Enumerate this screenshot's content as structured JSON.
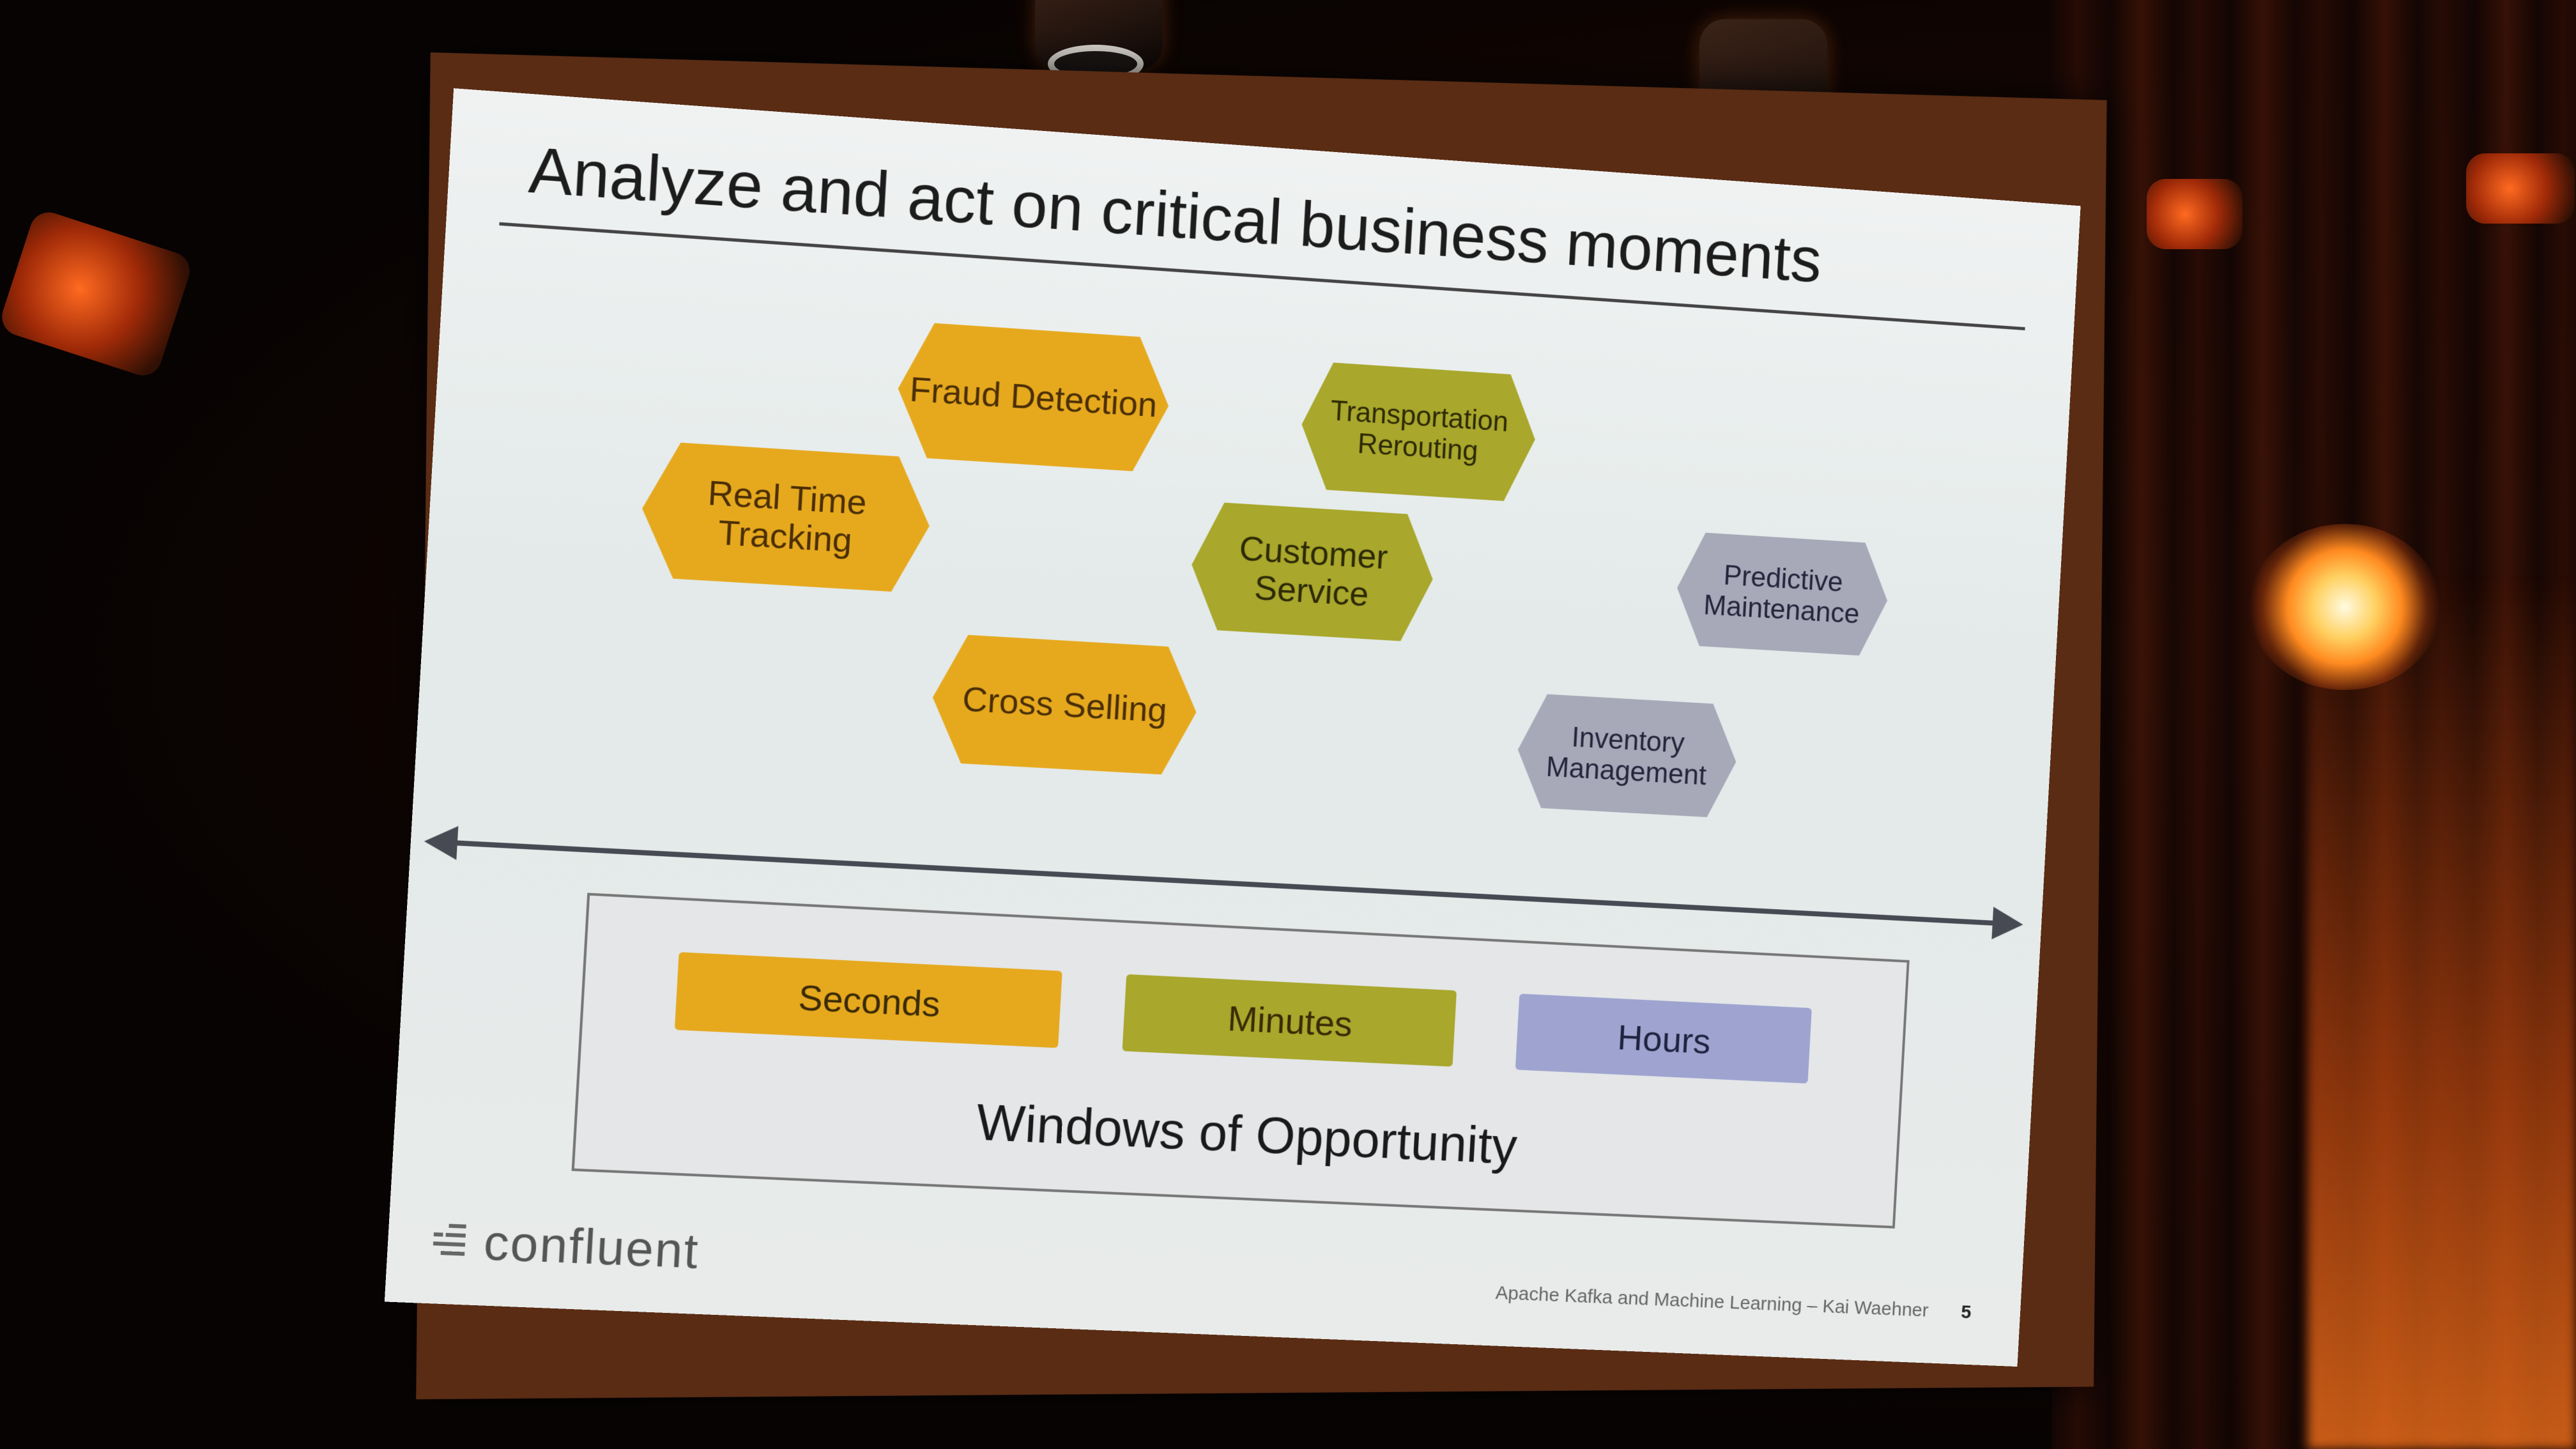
{
  "slide": {
    "title": "Analyze and act on critical business moments",
    "use_cases": [
      {
        "label": "Fraud Detection",
        "window": "Seconds"
      },
      {
        "label": "Transportation Rerouting",
        "window": "Minutes"
      },
      {
        "label": "Real Time Tracking",
        "window": "Seconds"
      },
      {
        "label": "Customer Service",
        "window": "Minutes"
      },
      {
        "label": "Predictive Maintenance",
        "window": "Hours"
      },
      {
        "label": "Cross Selling",
        "window": "Seconds"
      },
      {
        "label": "Inventory Management",
        "window": "Hours"
      }
    ],
    "windows": [
      {
        "label": "Seconds",
        "color": "#e6a91e"
      },
      {
        "label": "Minutes",
        "color": "#a9a72c"
      },
      {
        "label": "Hours",
        "color": "#9ea4cf"
      }
    ],
    "windows_caption": "Windows of Opportunity",
    "logo": "confluent",
    "footer": "Apache Kafka and Machine Learning – Kai Waehner",
    "page_number": "5"
  },
  "colors": {
    "seconds": "#e6a91e",
    "minutes": "#a9a72c",
    "hours": "#a7a8b8"
  }
}
